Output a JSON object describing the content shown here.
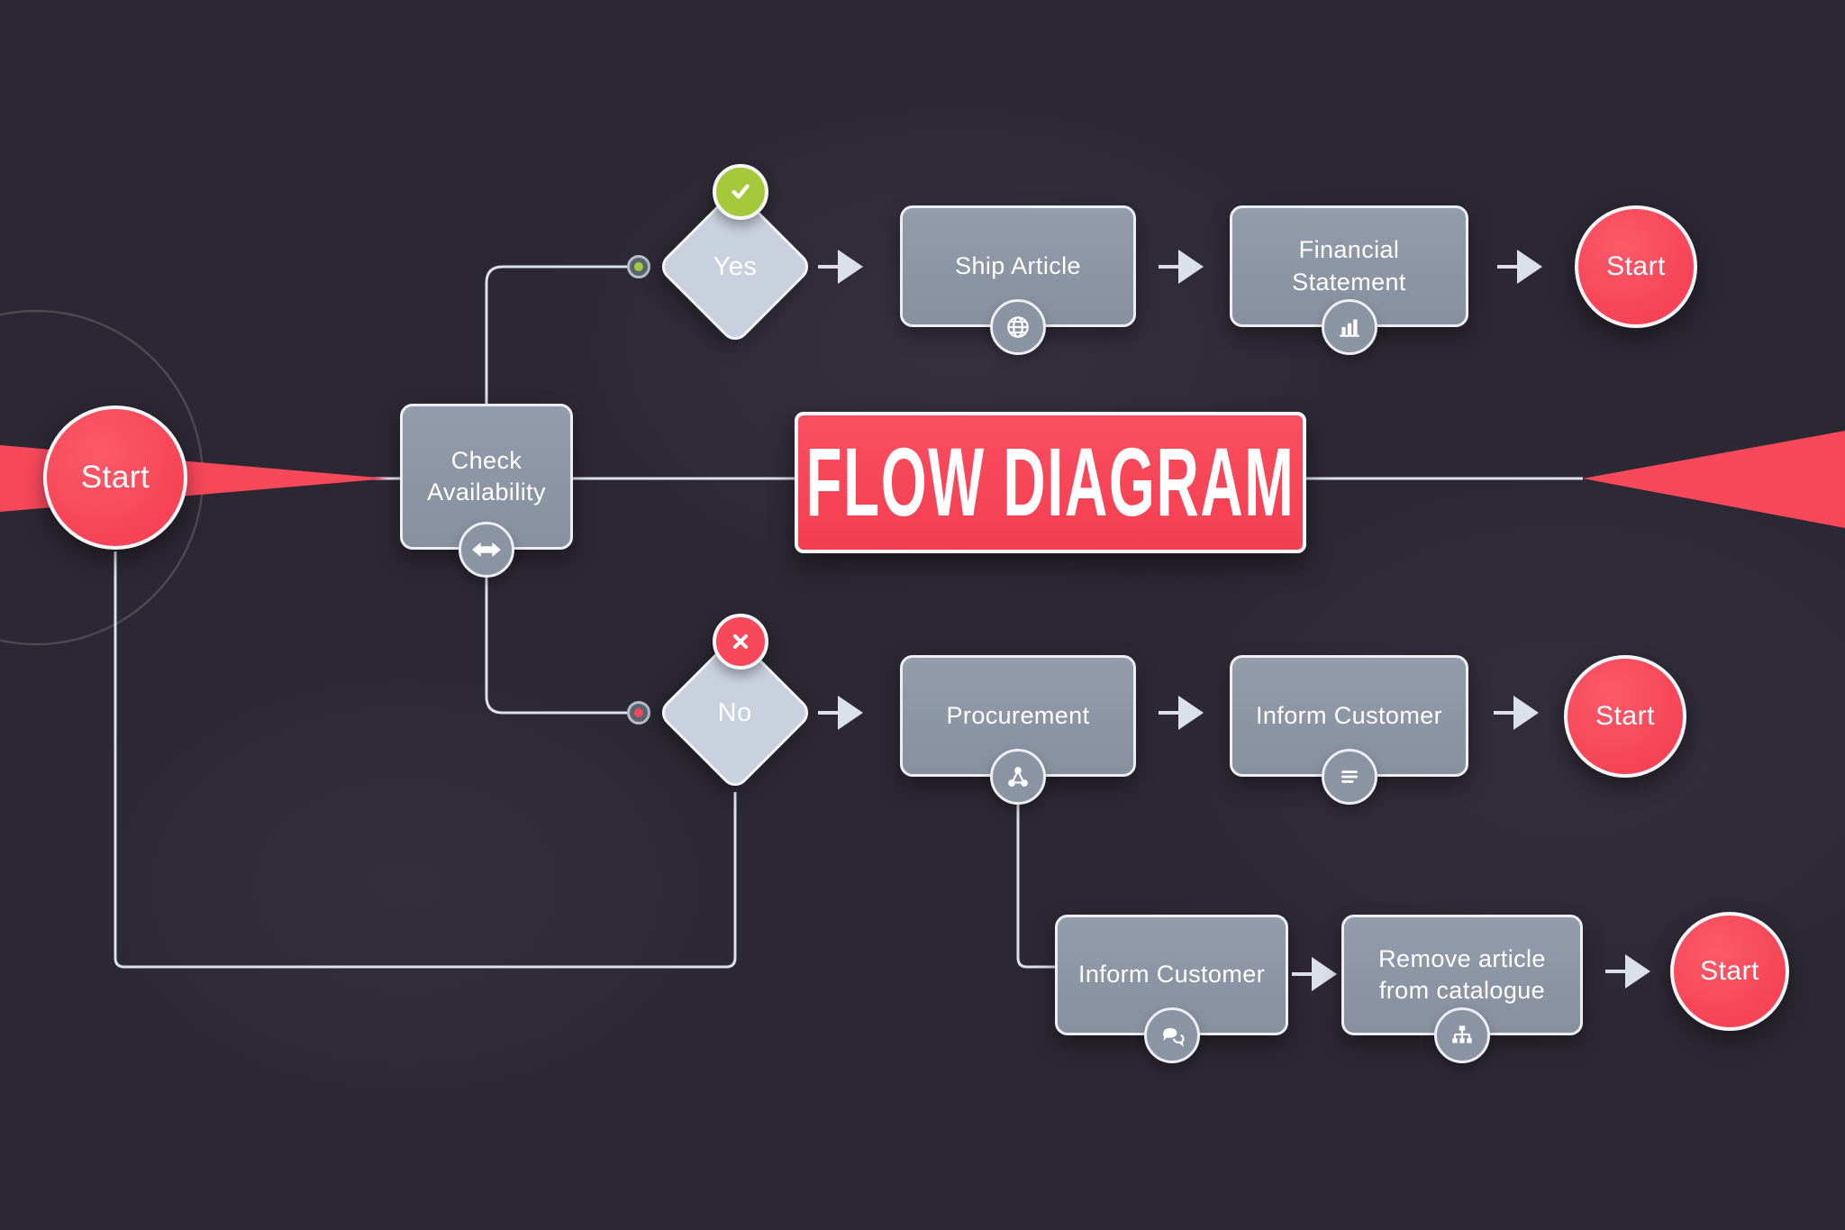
{
  "title": "FLOW DIAGRAM",
  "colors": {
    "background": "#2b2733",
    "accent_red": "#f8495b",
    "box_fill": "#8d96a4",
    "diamond_fill": "#c9d1de",
    "badge_green": "#a5c93b",
    "badge_red": "#f8495b",
    "connector_line": "#dce0e8",
    "node_border": "#eceef3"
  },
  "nodes": {
    "start_left": {
      "label": "Start"
    },
    "check_availability": {
      "label": "Check Availability",
      "icon": "double-arrow-icon"
    },
    "decision_yes": {
      "label": "Yes",
      "badge": "check-icon",
      "badge_color": "#a5c93b"
    },
    "decision_no": {
      "label": "No",
      "badge": "cross-icon",
      "badge_color": "#f8495b"
    },
    "ship_article": {
      "label": "Ship Article",
      "icon": "globe-icon"
    },
    "financial_statement": {
      "label": "Financial Statement",
      "icon": "bar-chart-icon"
    },
    "start_top": {
      "label": "Start"
    },
    "procurement": {
      "label": "Procurement",
      "icon": "share-network-icon"
    },
    "inform_customer_mid": {
      "label": "Inform Customer",
      "icon": "list-icon"
    },
    "start_mid": {
      "label": "Start"
    },
    "inform_customer_bottom": {
      "label": "Inform Customer",
      "icon": "chat-bubbles-icon"
    },
    "remove_article": {
      "label": "Remove article from catalogue",
      "icon": "sitemap-icon"
    },
    "start_bottom": {
      "label": "Start"
    }
  }
}
